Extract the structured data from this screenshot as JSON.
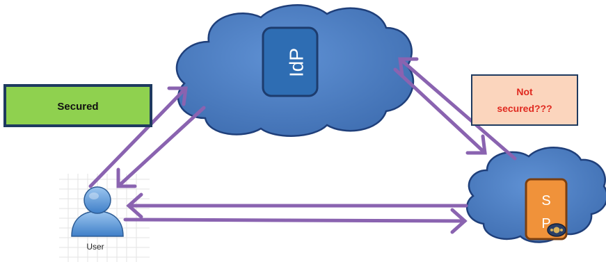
{
  "nodes": {
    "idp_label": "IdP",
    "sp_label_line1": "S",
    "sp_label_line2": "P",
    "user_label": "User"
  },
  "callouts": {
    "secured": "Secured",
    "not_secured_line1": "Not",
    "not_secured_line2": "secured???"
  },
  "colors": {
    "cloud": "#4f7fc1",
    "cloud_edge": "#1f3f7a",
    "idp_box": "#2e6db3",
    "sp_box": "#f0923a",
    "arrow": "#8a63b0",
    "secured_fill": "#8fd14f",
    "not_secured_fill": "#fbd5bd",
    "callout_border": "#1e3a5f"
  },
  "icons": {
    "user": "user-icon",
    "idp_cloud": "cloud-icon",
    "sp_cloud": "cloud-icon",
    "sp_badge": "gear-badge-icon"
  }
}
